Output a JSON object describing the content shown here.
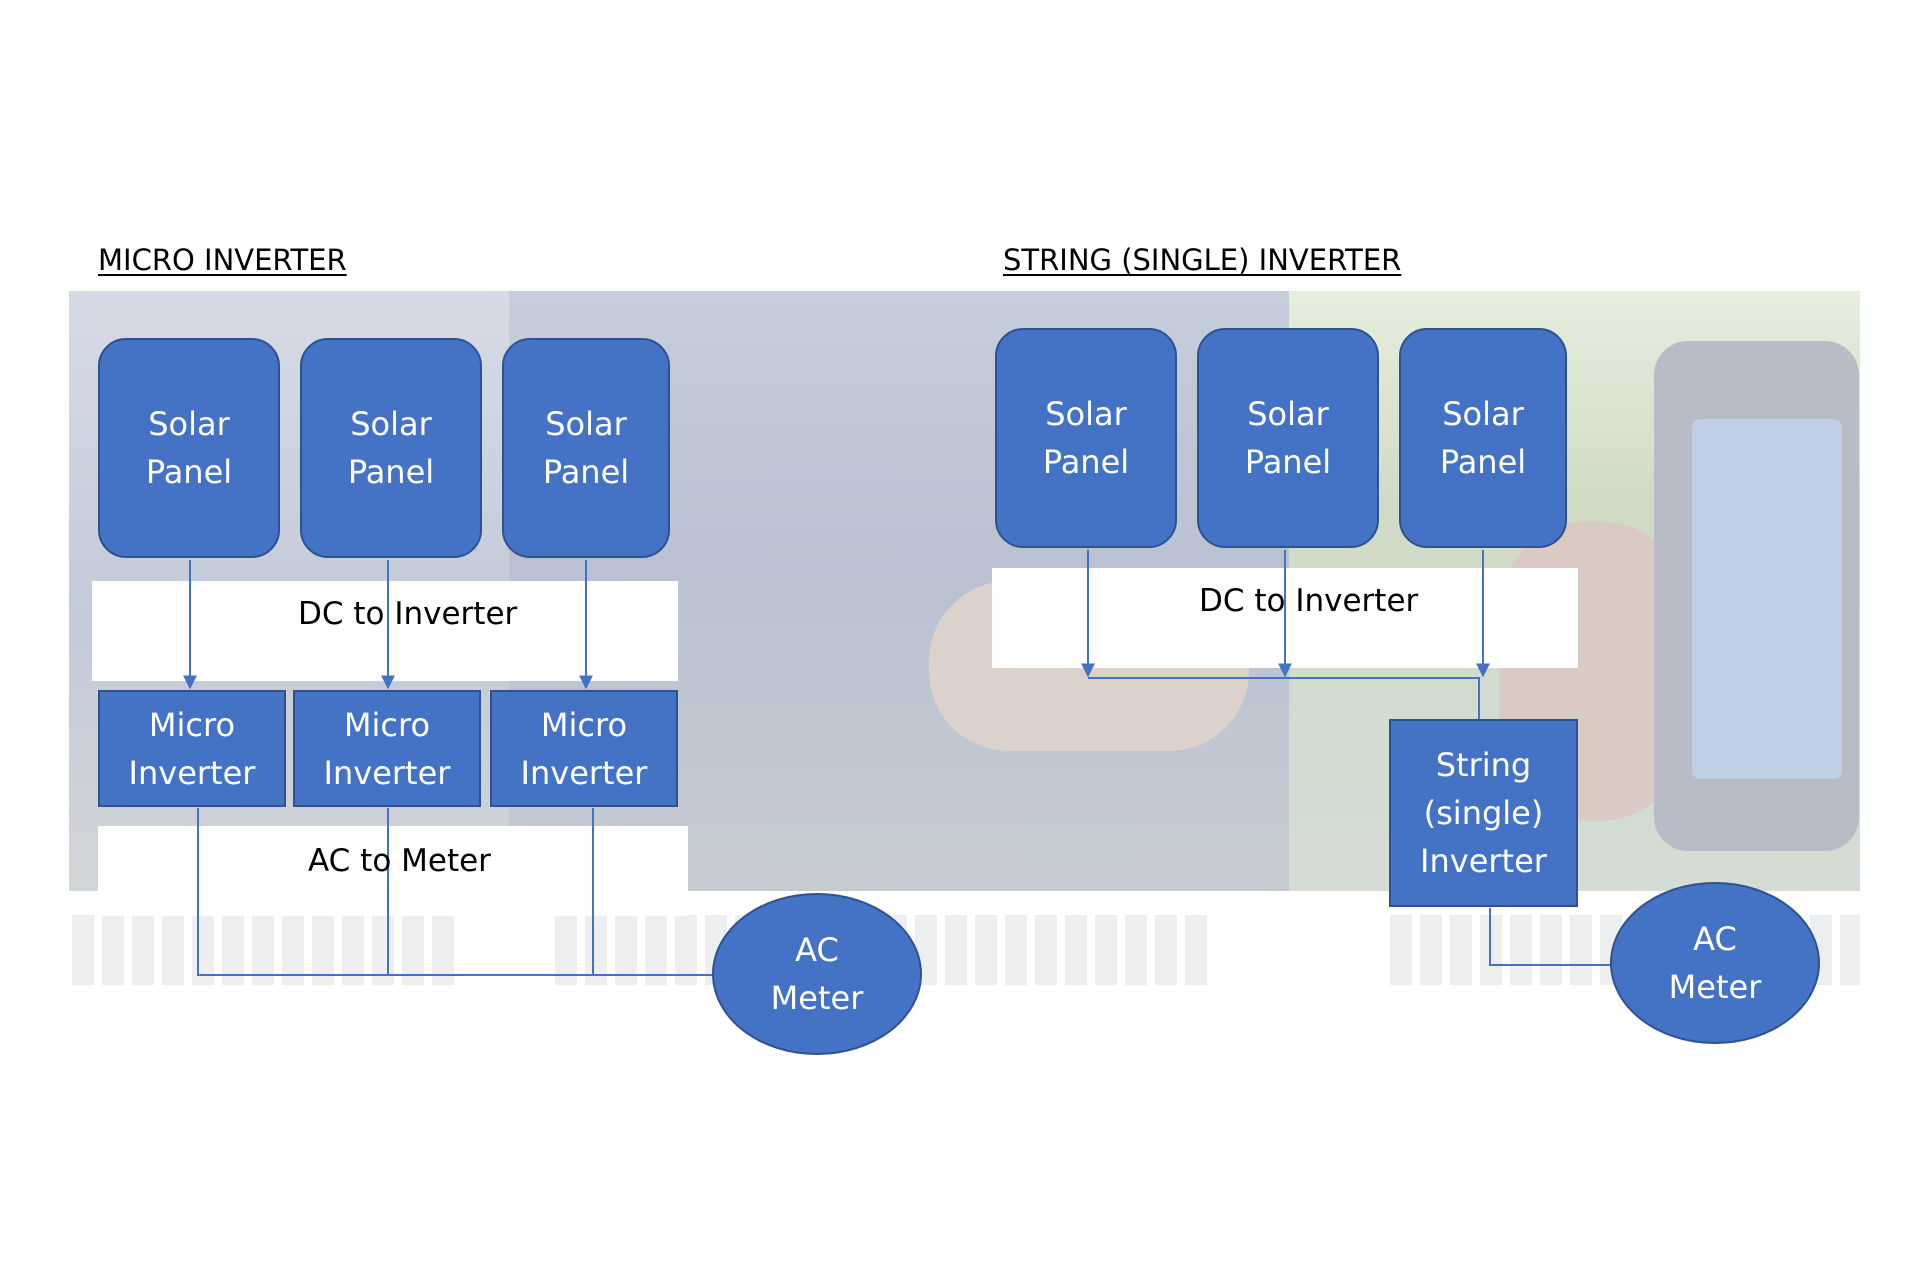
{
  "micro": {
    "title": "MICRO INVERTER",
    "panels": [
      "Solar\nPanel",
      "Solar\nPanel",
      "Solar\nPanel"
    ],
    "dc_label": "DC to Inverter",
    "inverters": [
      "Micro\nInverter",
      "Micro\nInverter",
      "Micro\nInverter"
    ],
    "ac_label": "AC to Meter",
    "meter": "AC\nMeter"
  },
  "string": {
    "title": "STRING (SINGLE) INVERTER",
    "panels": [
      "Solar\nPanel",
      "Solar\nPanel",
      "Solar\nPanel"
    ],
    "dc_label": "DC to Inverter",
    "inverter": "String\n(single)\nInverter",
    "meter": "AC\nMeter"
  },
  "colors": {
    "node_fill": "#4472c4",
    "node_border": "#2f528f",
    "wire": "#4472c4"
  }
}
